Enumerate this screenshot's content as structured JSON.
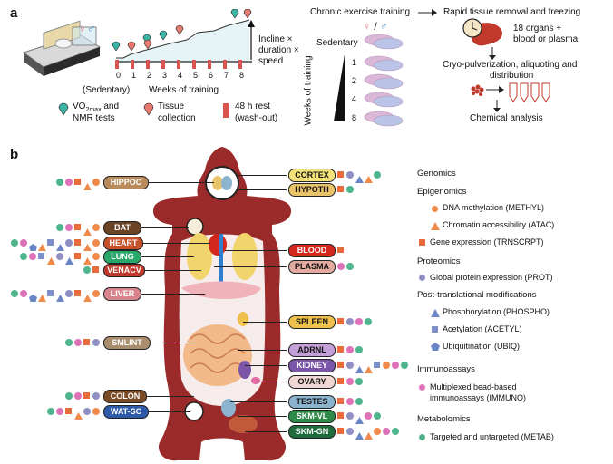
{
  "panel_a": {
    "label": "a",
    "incline_text": [
      "Incline ×",
      "duration ×",
      "speed"
    ],
    "week_ticks": [
      "0",
      "1",
      "2",
      "3",
      "4",
      "5",
      "6",
      "7",
      "8"
    ],
    "sedentary_axis": "(Sedentary)",
    "weeks_label": "Weeks of training",
    "legend_vo2": [
      "VO",
      "2max",
      " and",
      "NMR tests"
    ],
    "legend_tissue": [
      "Tissue",
      "collection"
    ],
    "legend_rest": [
      "48 h rest",
      "(wash-out)"
    ],
    "chronic_label": "Chronic exercise training",
    "sex_symbols": "♀ / ♂",
    "sedentary_row": "Sedentary",
    "week_rows": [
      "1",
      "2",
      "4",
      "8"
    ],
    "weeks_of_training_vertical": "Weeks of training",
    "rapid_label": [
      "Rapid tissue removal and freezing"
    ],
    "organs_label": [
      "18 organs +",
      "blood or plasma"
    ],
    "cryo_label": [
      "Cryo-pulverization, aliquoting and",
      "distribution"
    ],
    "chem_label": "Chemical analysis"
  },
  "panel_b": {
    "label": "b",
    "left_tags": [
      {
        "name": "hippoc",
        "text": "HIPPOC",
        "color": "#b88a5c"
      },
      {
        "name": "bat",
        "text": "BAT",
        "color": "#6b4426"
      },
      {
        "name": "heart",
        "text": "HEART",
        "color": "#c5512a"
      },
      {
        "name": "lung",
        "text": "LUNG",
        "color": "#28a86a"
      },
      {
        "name": "venacv",
        "text": "VENACV",
        "color": "#c0392b"
      },
      {
        "name": "liver",
        "text": "LIVER",
        "color": "#d8848c"
      },
      {
        "name": "smlint",
        "text": "SMLINT",
        "color": "#a88d6e"
      },
      {
        "name": "colon",
        "text": "COLON",
        "color": "#7a4b25"
      },
      {
        "name": "wat-sc",
        "text": "WAT-SC",
        "color": "#2f5aa8"
      }
    ],
    "right_tags": [
      {
        "name": "cortex",
        "text": "CORTEX",
        "color": "#f3e27a"
      },
      {
        "name": "hypoth",
        "text": "HYPOTH",
        "color": "#e9c36a"
      },
      {
        "name": "blood",
        "text": "BLOOD",
        "color": "#d4281e"
      },
      {
        "name": "plasma",
        "text": "PLASMA",
        "color": "#e3aaa0"
      },
      {
        "name": "spleen",
        "text": "SPLEEN",
        "color": "#f0c04d"
      },
      {
        "name": "adrnl",
        "text": "ADRNL",
        "color": "#c4a0d8"
      },
      {
        "name": "kidney",
        "text": "KIDNEY",
        "color": "#7a55a8"
      },
      {
        "name": "ovary",
        "text": "OVARY",
        "color": "#f1d6d6"
      },
      {
        "name": "testes",
        "text": "TESTES",
        "color": "#8bb4cf"
      },
      {
        "name": "skm-vl",
        "text": "SKM-VL",
        "color": "#2e8b4a"
      },
      {
        "name": "skm-gn",
        "text": "SKM-GN",
        "color": "#1f6b3c"
      }
    ],
    "legend": {
      "genomics": "Genomics",
      "epigenomics": "Epigenomics",
      "methyl": "DNA methylation (METHYL)",
      "atac": "Chromatin accessibility (ATAC)",
      "trnscrpt": "Gene expression (TRNSCRPT)",
      "proteomics": "Proteomics",
      "prot": "Global protein expression (PROT)",
      "ptm": "Post-translational modifications",
      "phospho": "Phosphorylation (PHOSPHO)",
      "acetyl": "Acetylation (ACETYL)",
      "ubiq": "Ubiquitination (UBIQ)",
      "immunoassays": "Immunoassays",
      "immuno": [
        "Multiplexed bead-based",
        "immunoassays (IMMUNO)"
      ],
      "metabolomics": "Metabolomics",
      "metab": "Targeted and untargeted (METAB)"
    },
    "colors": {
      "metab": "#4fb58d",
      "methyl": "#f08a4b",
      "atac": "#f08a4b",
      "trnscrpt": "#e96a3a",
      "prot": "#8f8fc4",
      "phospho": "#6b86c6",
      "acetyl": "#7d8fc9",
      "ubiq": "#6b86c6",
      "immuno": "#de72b8",
      "body": "#9b2b2b"
    }
  }
}
